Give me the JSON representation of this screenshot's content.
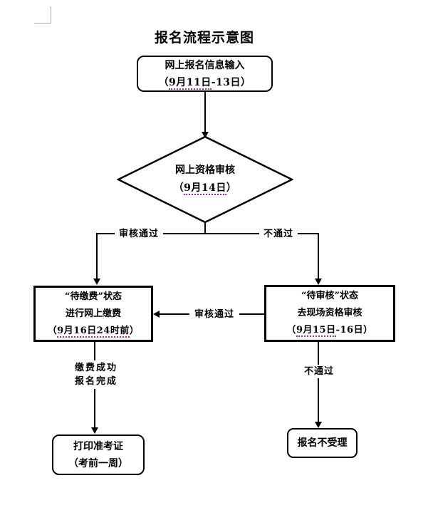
{
  "title": "报名流程示意图",
  "colors": {
    "line": "#000000",
    "node_border": "#000000",
    "spellcheck_underline": "#993399",
    "margin_mark": "#a6a6a6",
    "background": "#ffffff"
  },
  "nodes": {
    "start": {
      "line1": "网上报名信息输入",
      "date_prefix": "（",
      "date_underlined": "9月11日",
      "date_suffix": "-13日）"
    },
    "review": {
      "line1": "网上资格审核",
      "date_prefix": "（",
      "date_underlined": "9月14日",
      "date_suffix": "）"
    },
    "pay": {
      "line1": "“待缴费”状态",
      "line2": "进行网上缴费",
      "date_prefix": "（",
      "date_underlined": "9月16日24时前",
      "date_suffix": "）"
    },
    "onsite": {
      "line1": "“待审核”状态",
      "line2": "去现场资格审核",
      "date_prefix": "（",
      "date_underlined": "9月15日",
      "date_suffix": "-16日）"
    },
    "print": {
      "line1": "打印准考证",
      "line2": "（考前一周）"
    },
    "reject": {
      "line1": "报名不受理"
    }
  },
  "edge_labels": {
    "review_pass": "审核通过",
    "review_fail": "不通过",
    "onsite_pass": "审核通过",
    "pay_done_line1": "缴费成功",
    "pay_done_line2": "报名完成",
    "onsite_fail": "不通过"
  }
}
